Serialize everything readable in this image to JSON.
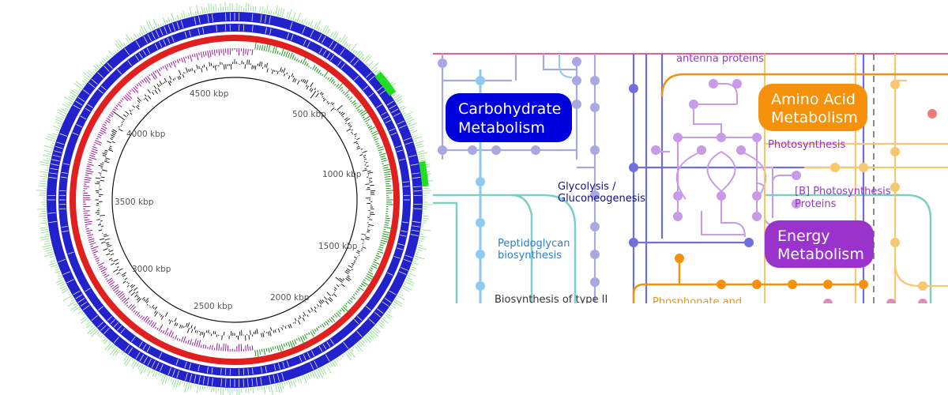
{
  "genome_map": {
    "kbp_labels": [
      "4500 kbp",
      "500 kbp",
      "4000 kbp",
      "1000 kbp",
      "3500 kbp",
      "1500 kbp",
      "3000 kbp",
      "2000 kbp",
      "2500 kbp"
    ],
    "colors": {
      "outer_ticks": "#7fe07f",
      "cds_ring": "#2222cc",
      "red_ring": "#e21f1f",
      "gc_skew_pos": "#1a9a1a",
      "gc_skew_neg": "#9a1a9a",
      "gc_content": "#111111",
      "green_block": "#22dd22"
    }
  },
  "pathway_map": {
    "boxes": {
      "carbohydrate": [
        "Carbohydrate",
        "Metabolism"
      ],
      "amino_acid": [
        "Amino Acid",
        "Metabolism"
      ],
      "energy": [
        "Energy",
        "Metabolism"
      ]
    },
    "labels": {
      "antenna": "antenna proteins",
      "glycolysis_1": "Glycolysis /",
      "glycolysis_2": "Gluconeogenesis",
      "photosynthesis": "Photosynthesis",
      "b_photo_1": "[B] Photosynthesis",
      "b_photo_2": "Proteins",
      "peptidoglycan_1": "Peptidoglycan",
      "peptidoglycan_2": "biosynthesis",
      "biosynthesis_type": "Biosynthesis of type II",
      "phosphonate": "Phosphonate and"
    },
    "colors": {
      "carbohydrate": "#0000dd",
      "amino_acid": "#f5910a",
      "energy": "#9933cc",
      "lipid_green": "#7fcfc0",
      "light_blue": "#8ec9f0",
      "lavender": "#a9a8e0",
      "violet": "#c89ae8",
      "yellow": "#f7c870",
      "pink_top": "#e0609a",
      "dark_blue_line": "#6f6fe0"
    }
  }
}
